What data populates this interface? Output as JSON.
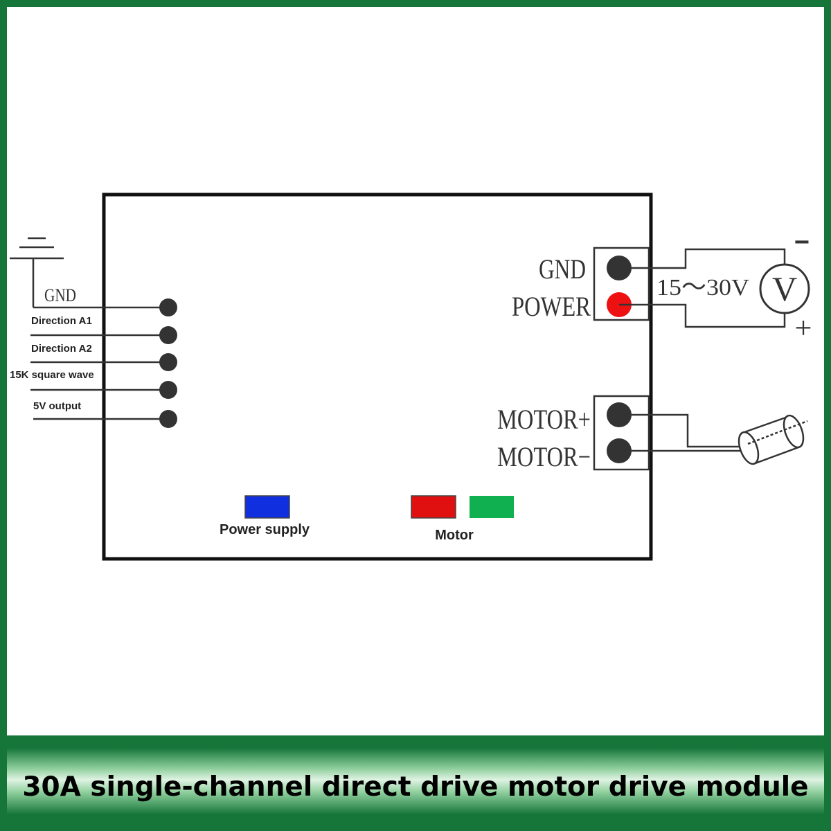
{
  "banner": {
    "title": "30A single-channel direct drive motor drive module"
  },
  "control_pins": [
    {
      "label": "GND"
    },
    {
      "label": "Direction A1"
    },
    {
      "label": "Direction A2"
    },
    {
      "label": "15K square wave"
    },
    {
      "label": "5V output"
    }
  ],
  "power_terminal": {
    "gnd_label": "GND",
    "power_label": "POWER"
  },
  "supply": {
    "range": "15～30V",
    "meter_symbol": "V",
    "minus": "−",
    "plus": "+"
  },
  "motor_terminal": {
    "plus_label": "MOTOR+",
    "minus_label": "MOTOR−"
  },
  "indicators": {
    "power_label": "Power supply",
    "motor_label": "Motor"
  },
  "colors": {
    "frame": "#16763a",
    "power_led": "#1030e0",
    "motor_led_1": "#e01010",
    "motor_led_2": "#10b050",
    "power_pin": "#ee1111",
    "pin": "#333333"
  }
}
